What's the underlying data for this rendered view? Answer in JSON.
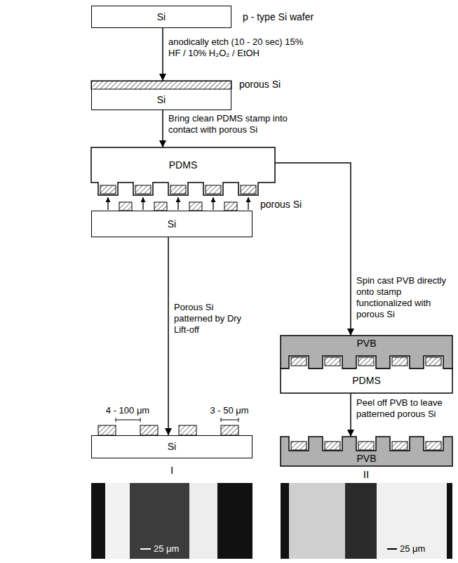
{
  "diagram": {
    "nodes": [
      {
        "text": [
          "Si",
          "p - type Si wafer"
        ]
      },
      {
        "text": [
          "Si",
          "porous Si"
        ]
      },
      {
        "text": [
          "PDMS"
        ]
      },
      {
        "text": [
          "Si",
          "porous Si"
        ]
      },
      {
        "text": [
          "PVB"
        ]
      },
      {
        "text": [
          "PDMS"
        ]
      },
      {
        "text": [
          "Si"
        ]
      },
      {
        "text": [
          "PVB"
        ]
      }
    ],
    "edges": [
      {
        "from": 0,
        "to": 1,
        "arrow": "to",
        "label": "anodically etch (10 - 20 sec) 15% HF / 10% H₂O₂ / EtOH"
      },
      {
        "from": 1,
        "to": 2,
        "arrow": "to",
        "label": "Bring clean PDMS stamp into contact with porous Si"
      },
      {
        "from": 3,
        "to": 6,
        "arrow": "to",
        "label": "Porous Si patterned by Dry Lift-off"
      },
      {
        "from": 2,
        "to": 4,
        "arrow": "to",
        "label": "Spin cast PVB directly onto stamp functionalized with porous Si"
      },
      {
        "from": 5,
        "to": 7,
        "arrow": "to",
        "label": "Peel off PVB to leave patterned porous Si"
      }
    ],
    "labels": [
      "4 - 100 μm",
      "3 - 50 μm",
      "I",
      "II",
      "25 μm",
      "25 μm"
    ]
  }
}
